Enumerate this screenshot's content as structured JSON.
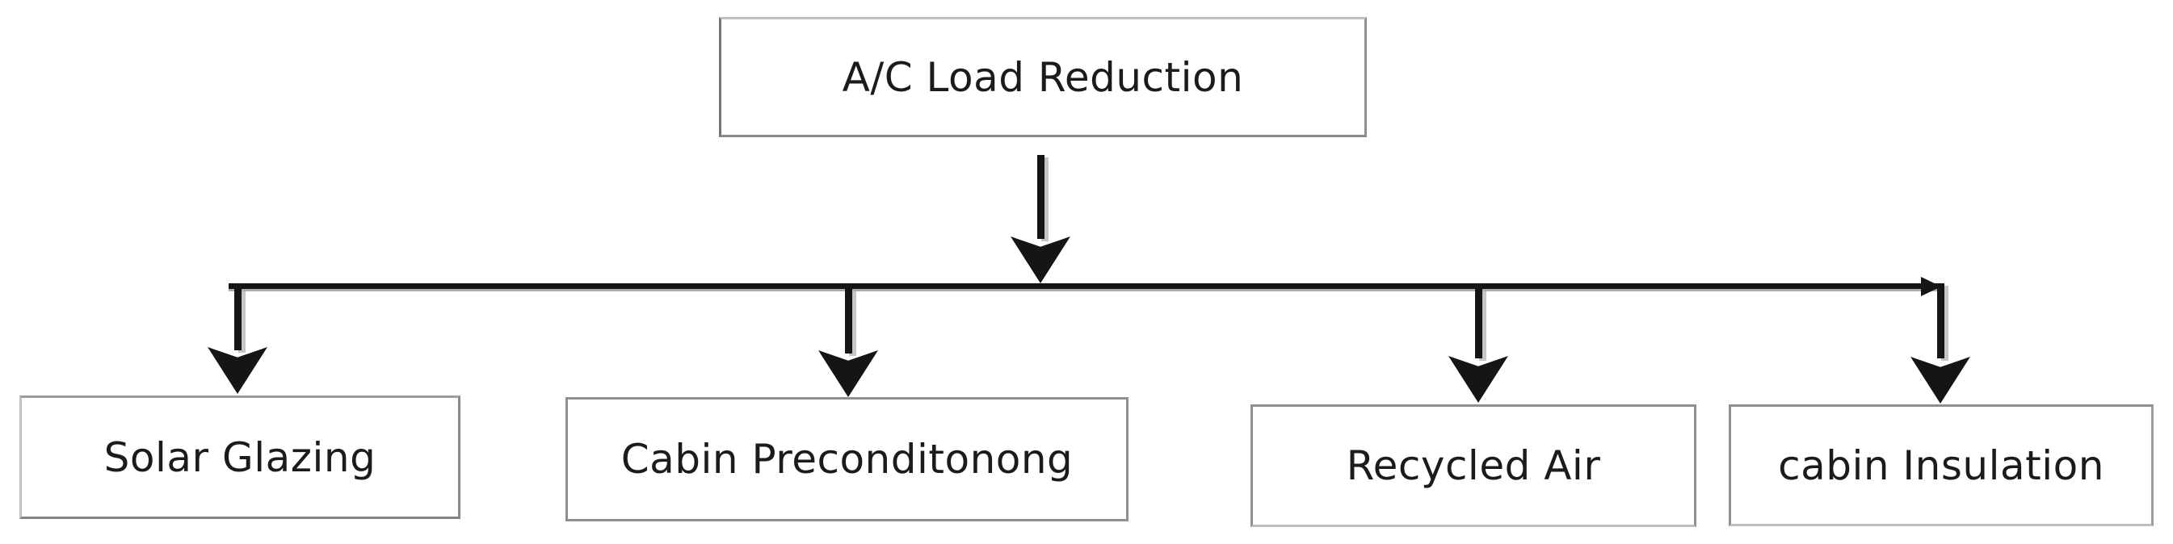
{
  "diagram": {
    "title_node": {
      "label": "A/C Load Reduction"
    },
    "children": [
      {
        "label": "Solar Glazing"
      },
      {
        "label": "Cabin Preconditonong"
      },
      {
        "label": "Recycled Air"
      },
      {
        "label": "cabin Insulation"
      }
    ],
    "colors": {
      "background": "#ffffff",
      "line": "#151515",
      "line_shadow": "#c6c6c6",
      "box_border": "#8f8f8f",
      "text": "#1b1b1b"
    }
  }
}
